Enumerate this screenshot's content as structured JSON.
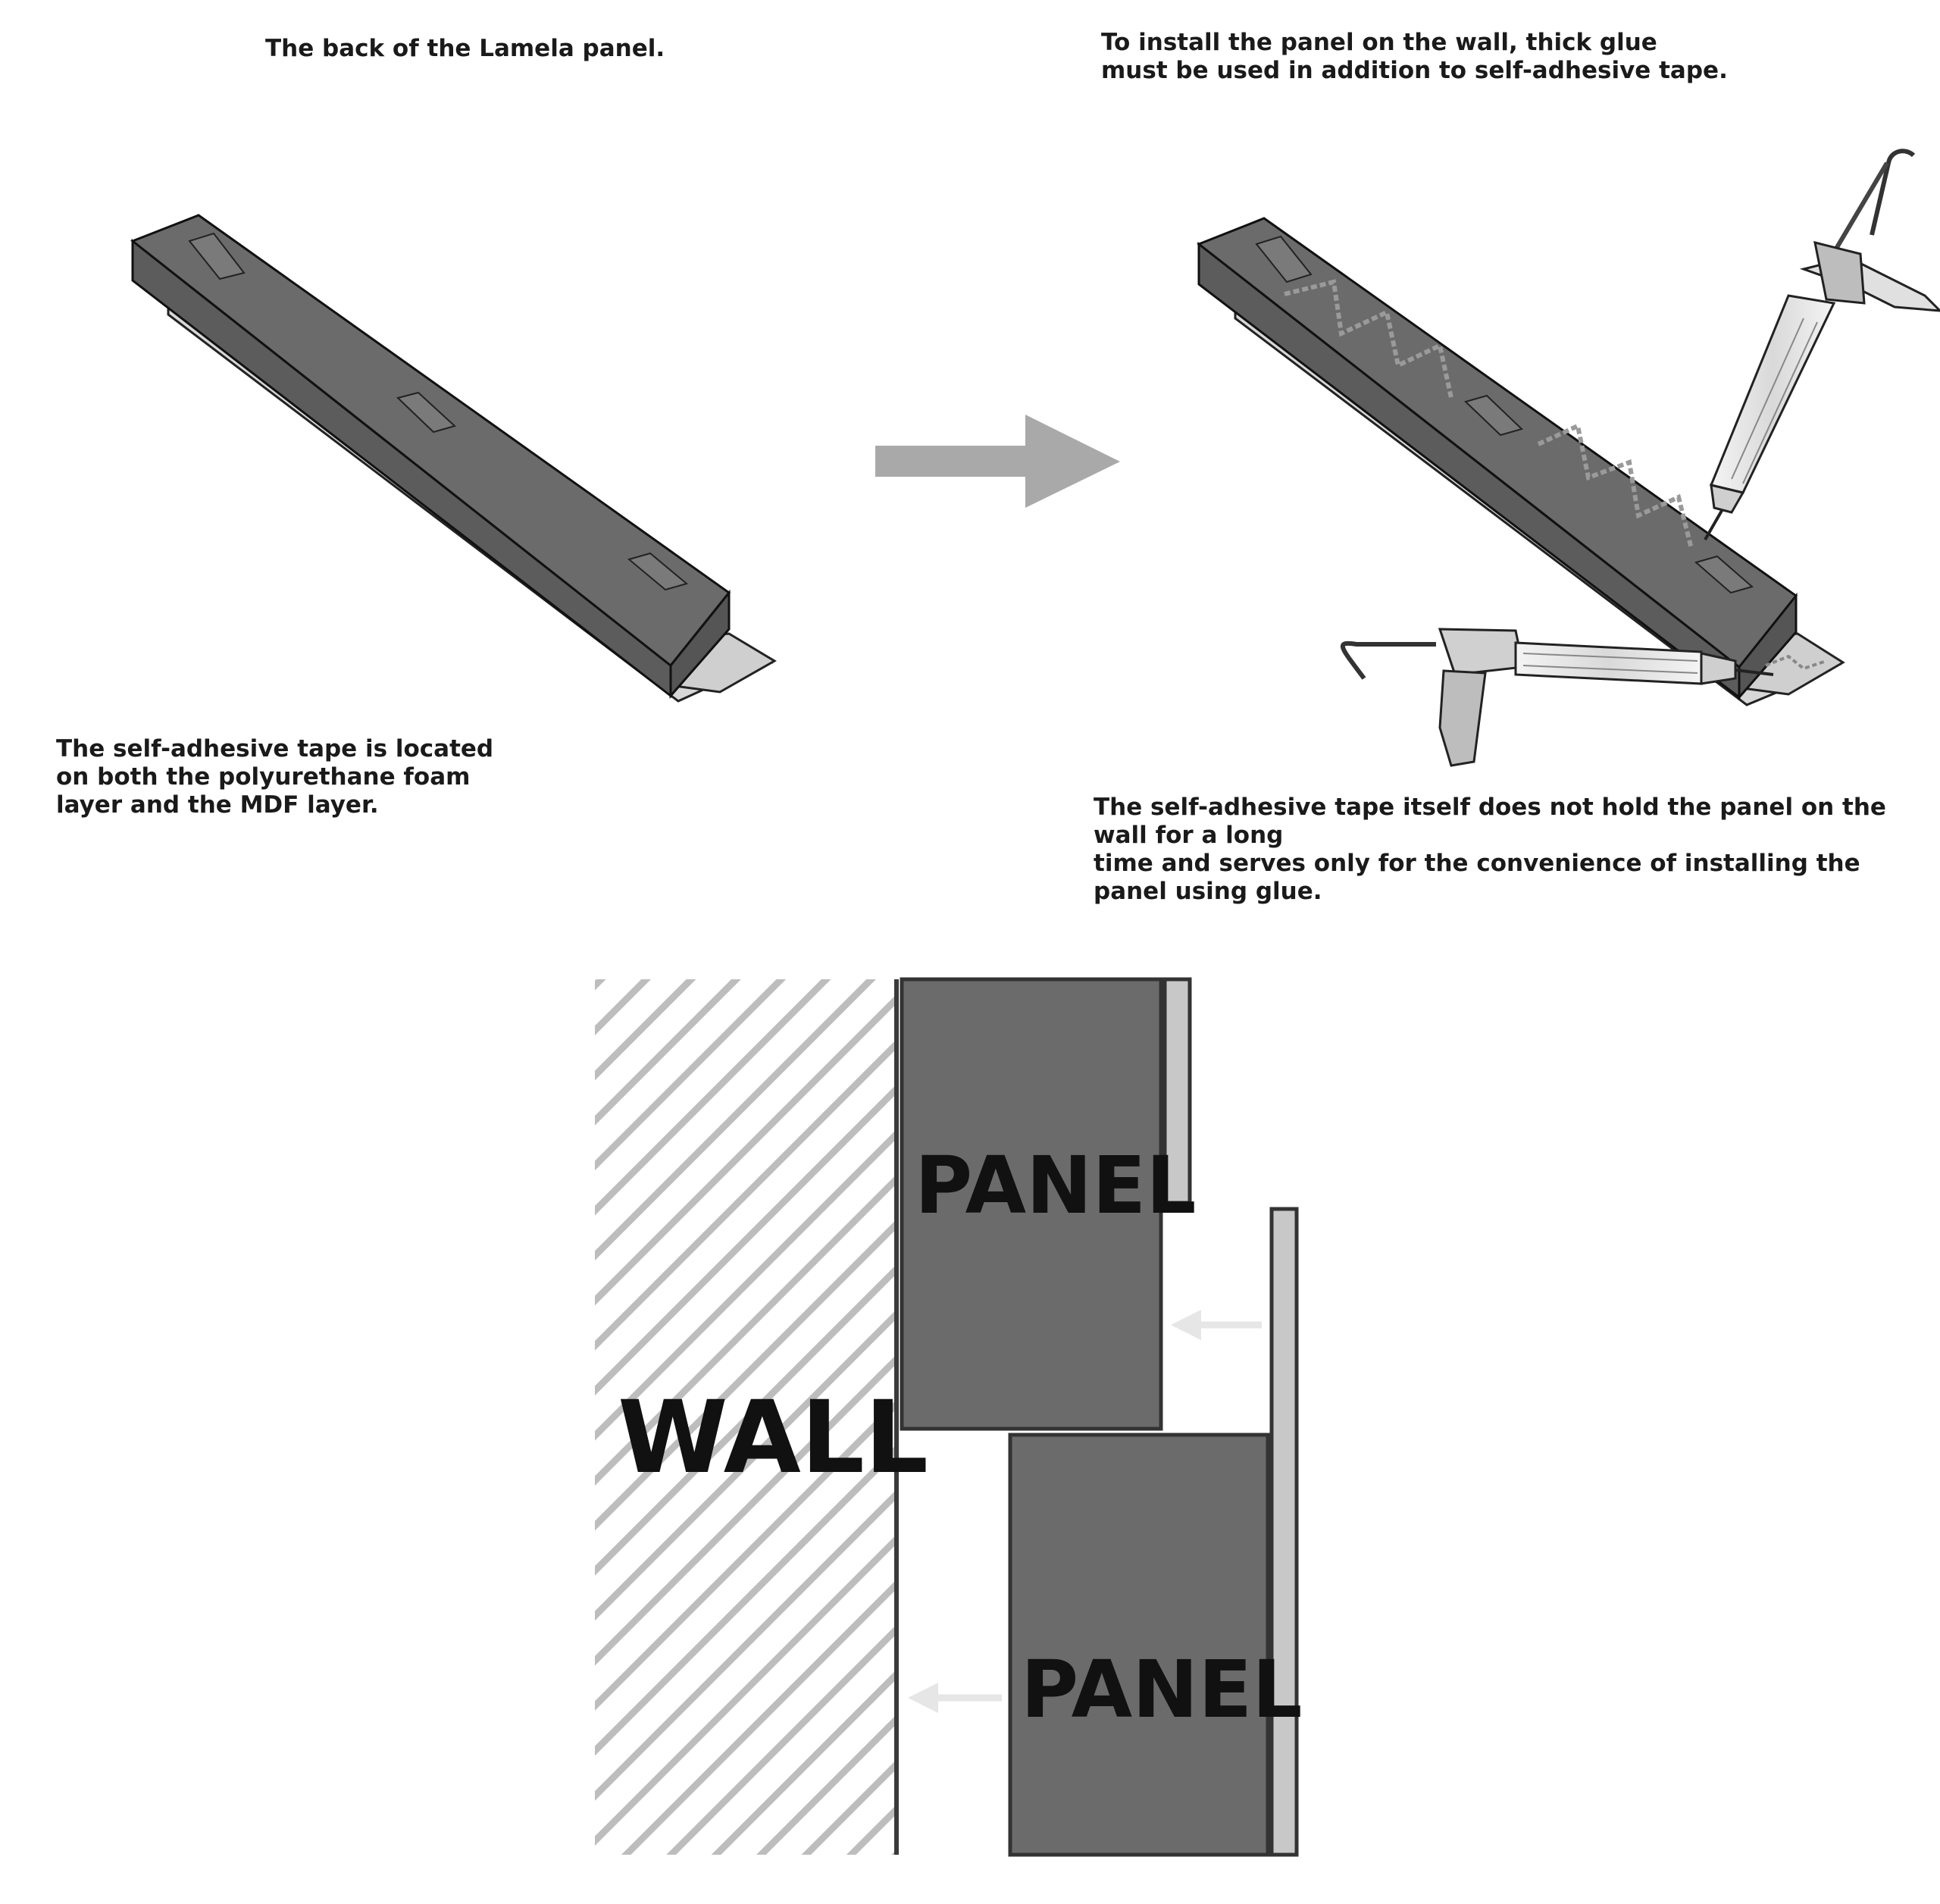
{
  "captions": {
    "back_of_panel": "The back of the Lamela panel.",
    "install_glue": "To install the panel on the wall, thick glue\nmust be used in addition to self-adhesive tape.",
    "tape_location": "The self-adhesive tape is located\non both the polyurethane foam\nlayer and the MDF layer.",
    "tape_note": "The self-adhesive tape itself does not hold the panel on the wall for a long\ntime and serves only for the convenience of installing the panel using glue."
  },
  "section_labels": {
    "wall": "WALL",
    "panel_upper": "PANEL",
    "panel_lower": "PANEL"
  },
  "colors": {
    "panel_dark": "#6b6b6b",
    "mdf_light": "#c8c8c8",
    "arrow_gray": "#a9a9a9",
    "hatch": "#bdbdbd",
    "faint_arrow": "#e6e6e6"
  },
  "icons": {
    "process_arrow": "right-arrow-icon",
    "press_arrow": "left-arrow-icon",
    "applicator": "caulking-gun-icon"
  }
}
